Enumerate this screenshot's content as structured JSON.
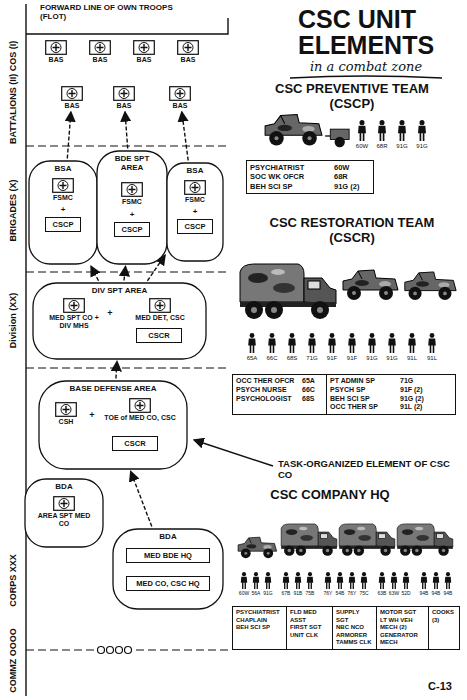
{
  "diagram": {
    "title": "CSC UNIT ELEMENTS",
    "nodes": [
      {
        "text": [
          "BAS"
        ]
      },
      {
        "text": [
          "BAS"
        ]
      },
      {
        "text": [
          "BAS"
        ]
      },
      {
        "text": [
          "BAS"
        ]
      },
      {
        "text": [
          "BAS"
        ]
      },
      {
        "text": [
          "BAS"
        ]
      },
      {
        "text": [
          "BAS"
        ]
      },
      {
        "text": [
          "BSA"
        ]
      },
      {
        "text": [
          "FSMC"
        ],
        "in": 7
      },
      {
        "text": [
          "CSCP"
        ],
        "in": 7
      },
      {
        "text": [
          "BDE SPT AREA"
        ]
      },
      {
        "text": [
          "FSMC"
        ],
        "in": 10
      },
      {
        "text": [
          "CSCP"
        ],
        "in": 10
      },
      {
        "text": [
          "BSA"
        ]
      },
      {
        "text": [
          "FSMC"
        ],
        "in": 13
      },
      {
        "text": [
          "CSCP"
        ],
        "in": 13
      },
      {
        "text": [
          "DIV SPT AREA"
        ]
      },
      {
        "text": [
          "MED SPT CO + DIV MHS"
        ],
        "in": 16
      },
      {
        "text": [
          "MED DET, CSC"
        ],
        "in": 16
      },
      {
        "text": [
          "CSCR"
        ],
        "in": 16
      },
      {
        "text": [
          "BASE DEFENSE AREA"
        ]
      },
      {
        "text": [
          "CSH"
        ],
        "in": 20
      },
      {
        "text": [
          "TOE of MED CO, CSC"
        ],
        "in": 20
      },
      {
        "text": [
          "CSCR"
        ],
        "in": 20
      },
      {
        "text": [
          "BDA"
        ]
      },
      {
        "text": [
          "AREA SPT MED CO"
        ],
        "in": 24
      },
      {
        "text": [
          "BDA"
        ]
      },
      {
        "text": [
          "MED BDE HQ"
        ],
        "in": 26
      },
      {
        "text": [
          "MED CO, CSC HQ"
        ],
        "in": 26
      },
      {
        "text": [
          "PSYCHIATRIST",
          "60W",
          "SOC WK OFCR",
          "68R",
          "BEH SCI SP",
          "91G (2)"
        ]
      },
      {
        "text": [
          "OCC THER OFCR",
          "65A",
          "PT ADMIN SP",
          "71G",
          "PSYCH NURSE",
          "66C",
          "PSYCH SP",
          "91F (2)",
          "PSYCHOLOGIST",
          "68S",
          "BEH SCI SP",
          "91G (2)",
          "OCC THER SP",
          "91L (2)"
        ]
      },
      {
        "text": [
          "PSYCHIATRIST",
          "CHAPLAIN",
          "BEH SCI SP",
          "FLD MED ASST",
          "FIRST SGT",
          "UNIT CLK",
          "SUPPLY SGT",
          "NBC NCO",
          "ARMORER",
          "TAMMS CLK",
          "MOTOR SGT",
          "LT WH VEH MECH (2)",
          "GENERATOR MECH",
          "COOKS (3)"
        ]
      }
    ],
    "edges": [
      {
        "from": 7,
        "to": 4,
        "arrow": "to"
      },
      {
        "from": 10,
        "to": 5,
        "arrow": "to"
      },
      {
        "from": 13,
        "to": 6,
        "arrow": "to"
      },
      {
        "from": 16,
        "to": 7,
        "arrow": "to"
      },
      {
        "from": 16,
        "to": 10,
        "arrow": "to"
      },
      {
        "from": 16,
        "to": 13,
        "arrow": "to"
      },
      {
        "from": 20,
        "to": 16,
        "arrow": "to"
      },
      {
        "from": 26,
        "to": 20,
        "arrow": "to"
      }
    ],
    "labels": [
      "in a combat zone",
      "FORWARD LINE OF OWN TROOPS (FLOT)",
      "BATTALIONS (II) COS (I)",
      "BRIGADES (X)",
      "Division (XX)",
      "CORPS XXX",
      "COMMZ OOOO",
      "+",
      "+",
      "+",
      "+",
      "+",
      "TASK-ORGANIZED ELEMENT OF CSC CO",
      "CSC PREVENTIVE TEAM (CSCP)",
      "60W",
      "68R",
      "91G",
      "91G",
      "CSC RESTORATION TEAM (CSCR)",
      "65A",
      "66C",
      "68S",
      "71G",
      "91F",
      "91F",
      "91G",
      "91G",
      "91L",
      "91L",
      "CSC COMPANY HQ",
      "60W",
      "56A",
      "91G",
      "67B",
      "91B",
      "75B",
      "76Y",
      "54B",
      "76Y",
      "75C",
      "63B",
      "63W",
      "52D",
      "94B",
      "94B",
      "94B",
      "C-13"
    ]
  }
}
